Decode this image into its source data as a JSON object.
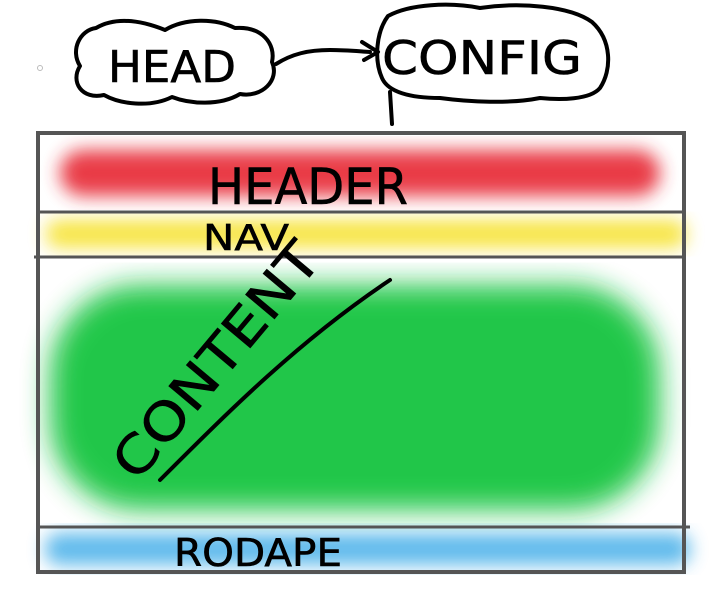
{
  "diagram": {
    "top_nodes": {
      "head": {
        "label": "HEAD"
      },
      "config": {
        "label": "CONFIG"
      }
    },
    "layout_sections": {
      "header": {
        "label": "HEADER",
        "color": "#e8323c"
      },
      "nav": {
        "label": "NAV",
        "color": "#f7e43a"
      },
      "content": {
        "label": "CONTENT",
        "color": "#19c43f"
      },
      "footer": {
        "label": "RODAPE",
        "color": "#4fb3ea"
      }
    },
    "frame_color": "#555555",
    "ink_color": "#000000"
  }
}
